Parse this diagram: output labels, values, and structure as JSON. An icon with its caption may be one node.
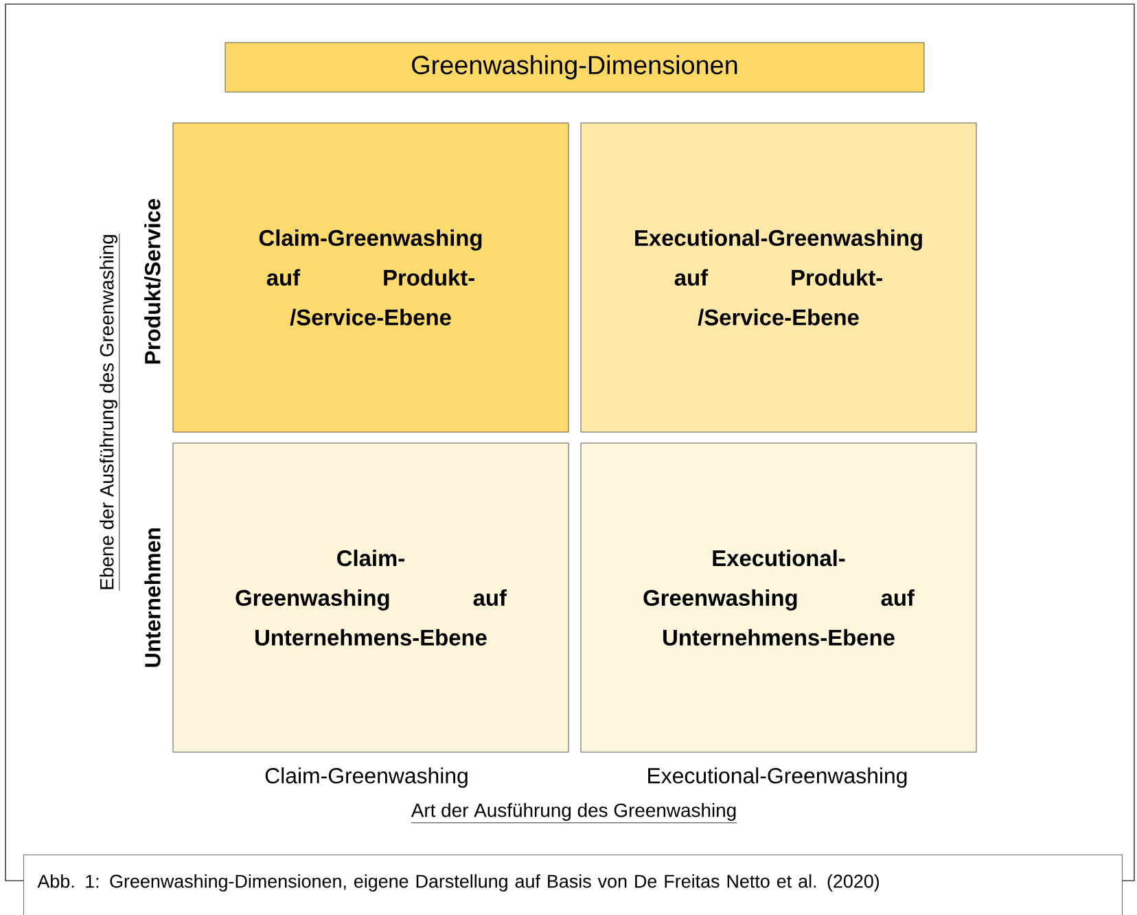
{
  "diagram": {
    "title": "Greenwashing-Dimensionen",
    "caption": "Abb. 1: Greenwashing-Dimensionen, eigene Darstellung auf Basis von De Freitas Netto et al. (2020)",
    "nodes": [
      {
        "text": [
          "Claim-Greenwashing auf Produkt-/Service-Ebene"
        ]
      },
      {
        "text": [
          "Executional-Greenwashing auf Produkt-/Service-Ebene"
        ]
      },
      {
        "text": [
          "Claim-Greenwashing auf Unternehmens-Ebene"
        ]
      },
      {
        "text": [
          "Executional-Greenwashing auf Unternehmens-Ebene"
        ]
      }
    ],
    "labels": [
      "Ebene der Ausführung des Greenwashing",
      "Produkt/Service",
      "Unternehmen",
      "Claim-Greenwashing",
      "Executional-Greenwashing",
      "Art der Ausführung des Greenwashing"
    ]
  }
}
